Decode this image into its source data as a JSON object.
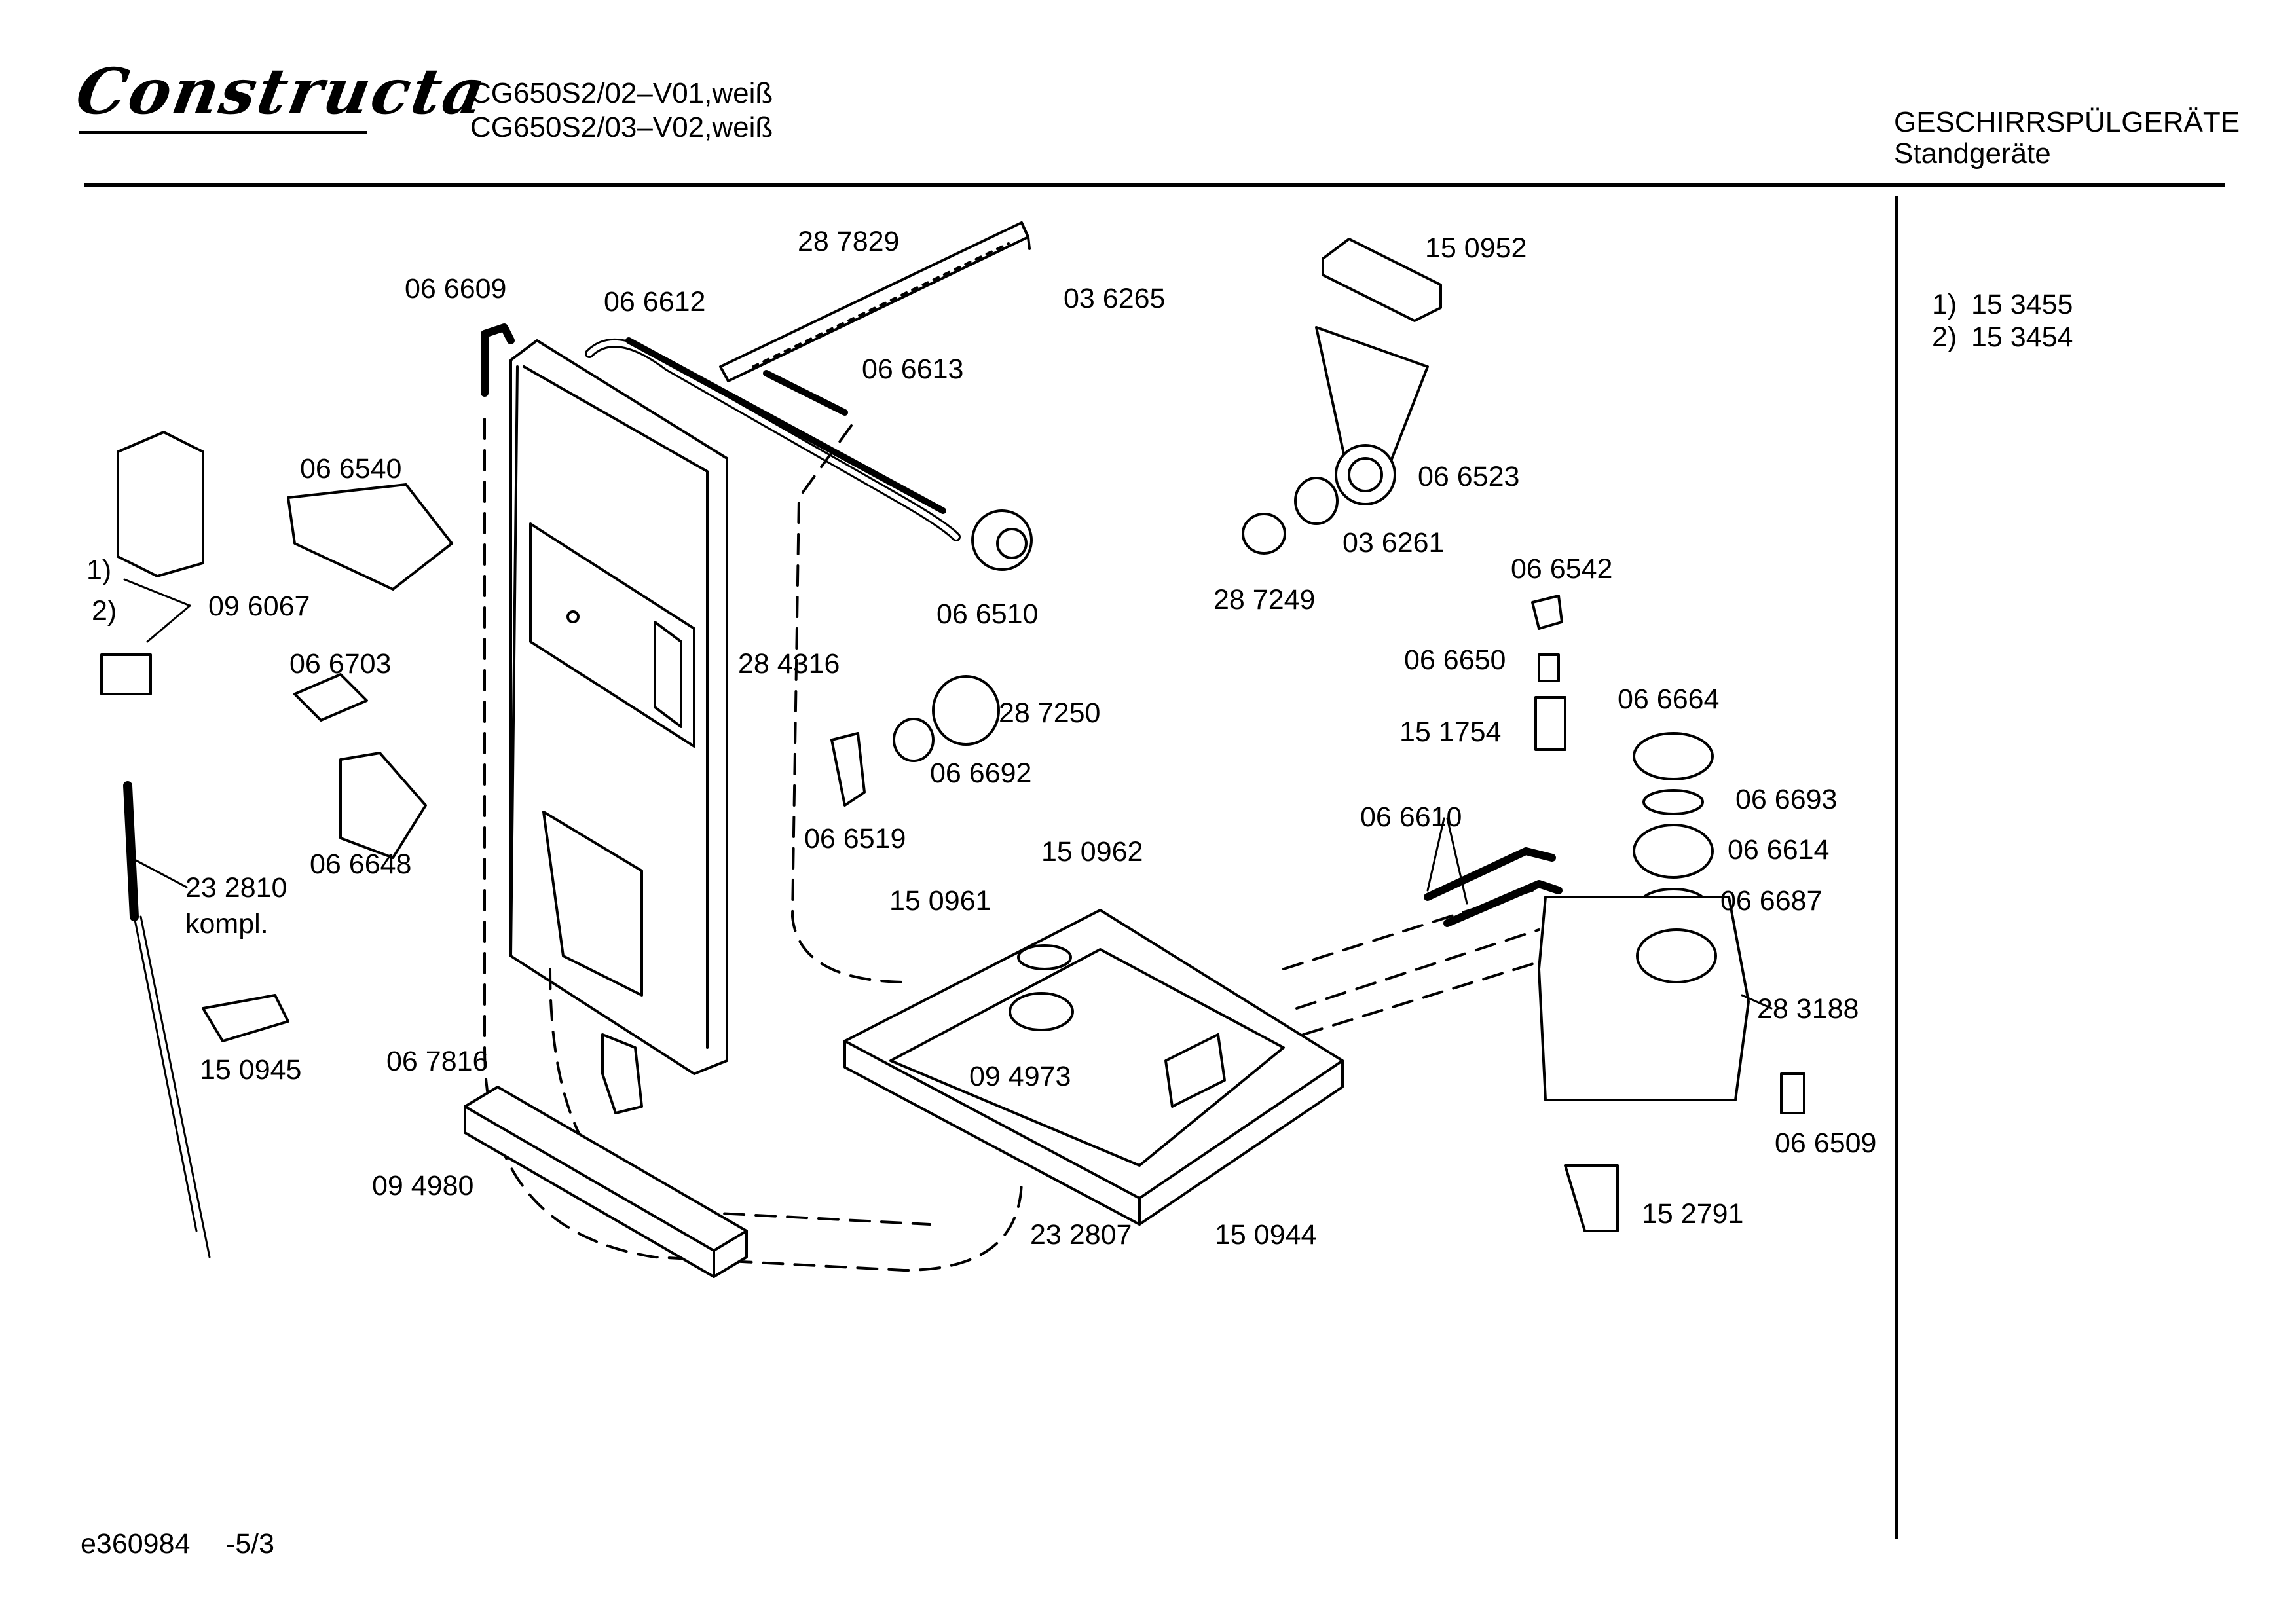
{
  "header": {
    "brand": "Constructa",
    "models": [
      "CG650S2/02–V01,weiß",
      "CG650S2/03–V02,weiß"
    ],
    "category": "GESCHIRRSPÜLGERÄTE",
    "subcategory": "Standgeräte"
  },
  "legend": [
    {
      "key": "1)",
      "value": "15 3455"
    },
    {
      "key": "2)",
      "value": "15 3454"
    }
  ],
  "footer": {
    "doc_id": "e360984",
    "page": "-5/3"
  },
  "parts": [
    "28 7829",
    "06 6609",
    "06 6612",
    "03 6265",
    "15 0952",
    "06 6613",
    "06 6540",
    "06 6523",
    "1)",
    "2)",
    "09 6067",
    "03 6261",
    "06 6510",
    "28 7249",
    "06 6542",
    "06 6703",
    "28 4316",
    "06 6650",
    "28 7250",
    "06 6664",
    "15 1754",
    "06 6692",
    "06 6648",
    "06 6693",
    "06 6519",
    "06 6610",
    "15 0962",
    "06 6614",
    "23 2810",
    "kompl.",
    "15 0961",
    "06 6687",
    "28 3188",
    "15 0945",
    "06 7816",
    "09 4973",
    "06 6509",
    "09 4980",
    "15 2791",
    "23 2807",
    "15 0944"
  ]
}
